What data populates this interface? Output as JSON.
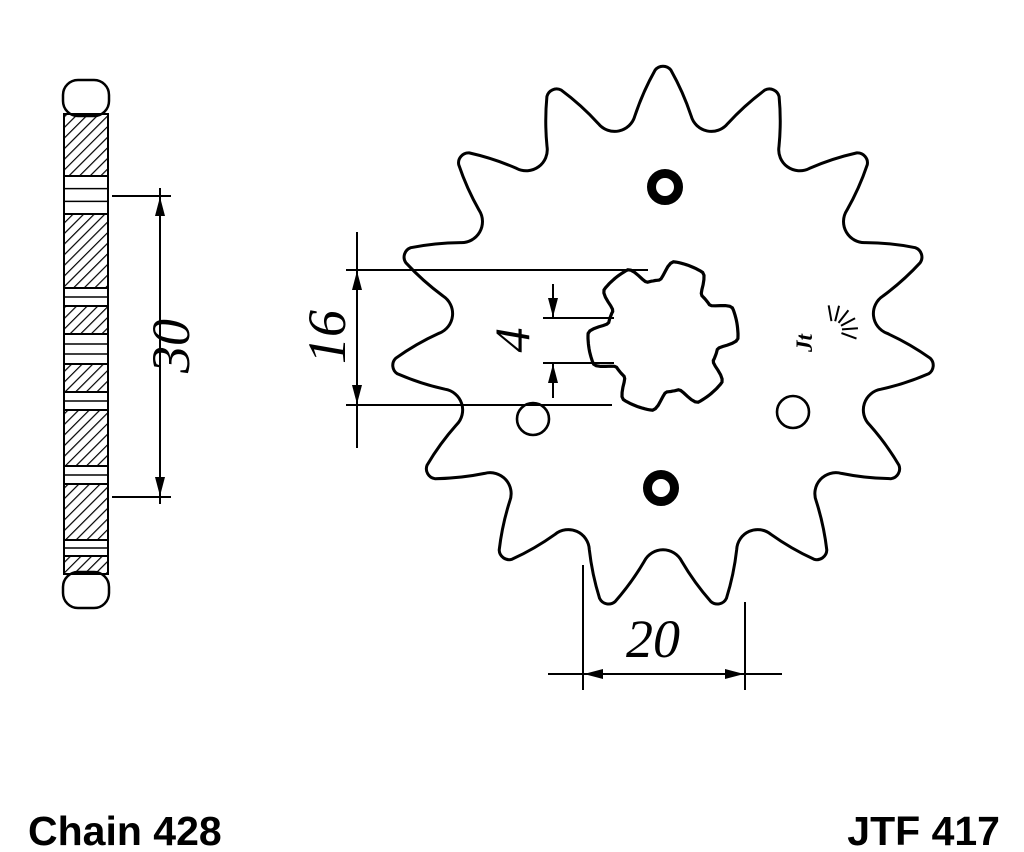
{
  "drawing": {
    "dim_side_width": "30",
    "dim_left": "16",
    "dim_center": "4",
    "dim_bottom": "20"
  },
  "labels": {
    "chain": "Chain 428",
    "part": "JTF 417",
    "logo": "Jt"
  },
  "colors": {
    "ink": "#000000",
    "paper": "#ffffff"
  }
}
